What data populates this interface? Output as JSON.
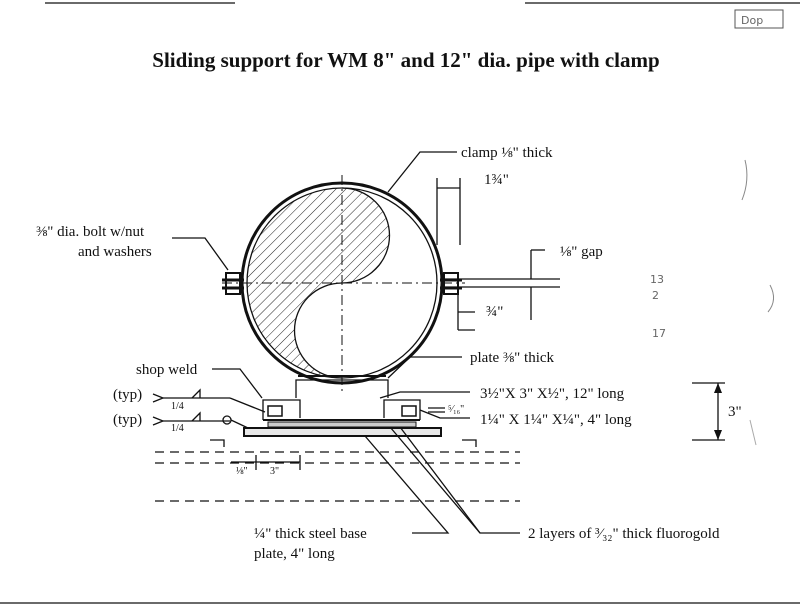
{
  "title": "Sliding support for  WM 8\" and 12\" dia. pipe with clamp",
  "stamp": "Dop",
  "labels": {
    "clamp": "clamp ⅛\" thick",
    "dim_1_3_4": "1¾\"",
    "bolt_line1": "⅜\" dia. bolt w/nut",
    "bolt_line2": "and washers",
    "gap": "⅛\" gap",
    "dim_3_4": "¾\"",
    "plate": "plate ⅜\" thick",
    "shop_weld": "shop weld",
    "typ1": "(typ)",
    "typ2": "(typ)",
    "weld1": "1/4",
    "weld2": "1/4",
    "angle1": "3½\"X 3\" X½\", 12\" long",
    "angle2": "1¼\" X 1¼\" X¼\", 4\" long",
    "dim_5_16": "⁵⁄₁₆\"",
    "dim_3": "3\"",
    "dim_1_8": "⅛\"",
    "dim_3b": "3\"",
    "base_line1": "¼\" thick steel base",
    "base_line2": "plate, 4\" long",
    "fluorogold": "2 layers of ³⁄₃₂\" thick fluorogold"
  },
  "handwritten_notes": [
    "13",
    "2",
    "17"
  ]
}
